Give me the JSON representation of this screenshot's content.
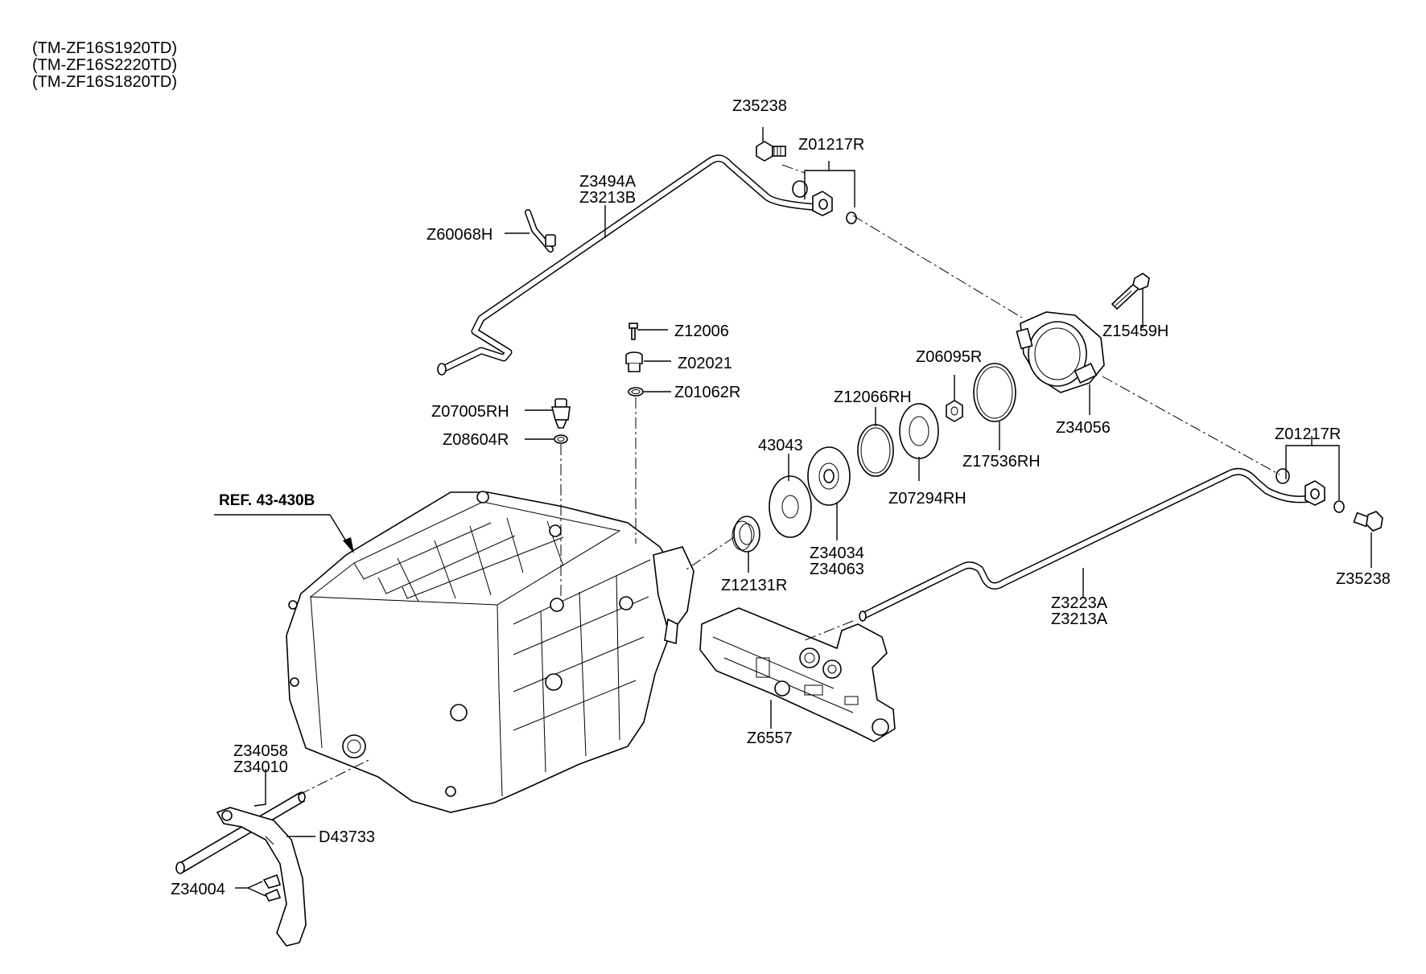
{
  "models": [
    "(TM-ZF16S1920TD)",
    "(TM-ZF16S2220TD)",
    "(TM-ZF16S1820TD)"
  ],
  "reference": "REF. 43-430B",
  "callouts": {
    "z35238_top": "Z35238",
    "z01217r_top": "Z01217R",
    "z3494a": "Z3494A",
    "z3213b": "Z3213B",
    "z60068h": "Z60068H",
    "z12006": "Z12006",
    "z02021": "Z02021",
    "z01062r": "Z01062R",
    "z07005rh": "Z07005RH",
    "z08604r": "Z08604R",
    "z15459h": "Z15459H",
    "z06095r": "Z06095R",
    "z12066rh": "Z12066RH",
    "z34056": "Z34056",
    "z01217r_right": "Z01217R",
    "n43043": "43043",
    "z17536rh": "Z17536RH",
    "z07294rh": "Z07294RH",
    "z34034": "Z34034",
    "z34063": "Z34063",
    "z12131r": "Z12131R",
    "z35238_right": "Z35238",
    "z3223a": "Z3223A",
    "z3213a": "Z3213A",
    "z6557": "Z6557",
    "z34058": "Z34058",
    "z34010": "Z34010",
    "d43733": "D43733",
    "z34004": "Z34004"
  }
}
